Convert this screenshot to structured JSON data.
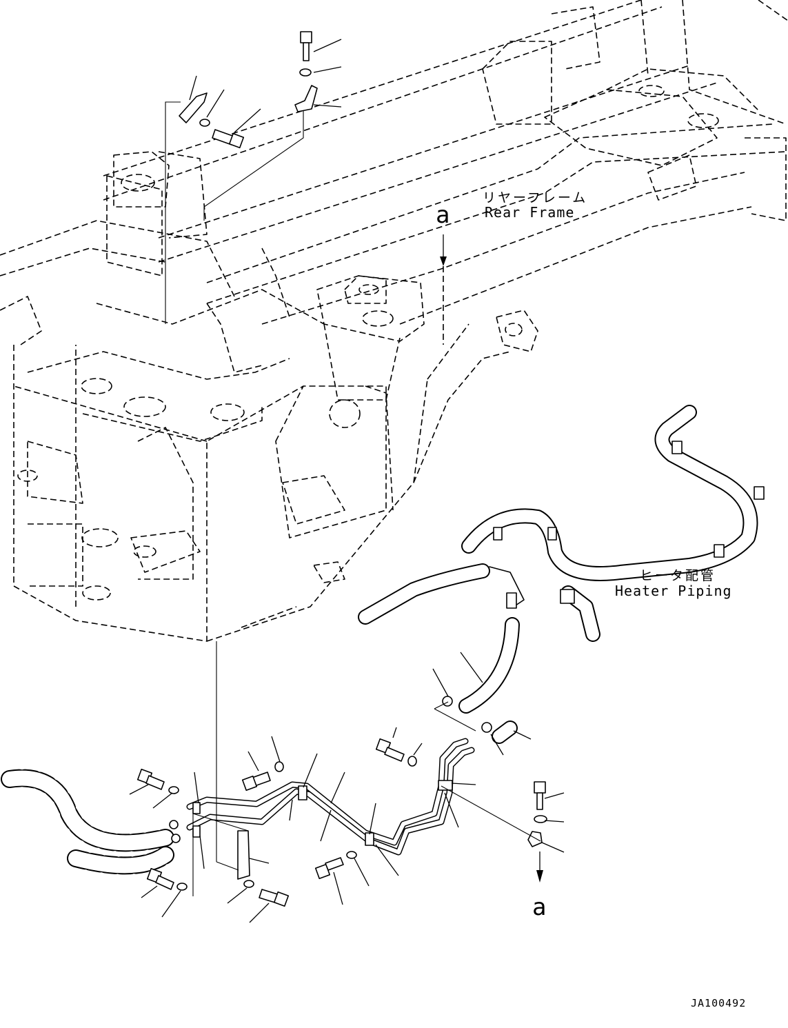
{
  "labels": {
    "rear_frame_jp": "リヤーフレーム",
    "rear_frame_en": "Rear Frame",
    "heater_piping_jp": "ヒータ配管",
    "heater_piping_en": "Heater Piping",
    "view_ref_top": "a",
    "view_ref_bottom": "a",
    "drawing_number": "JA100492"
  },
  "icons": {
    "ref_arrow": "down-arrow-icon",
    "bolt": "hex-bolt-icon",
    "washer": "washer-icon",
    "clamp": "pipe-clamp-icon"
  },
  "colors": {
    "line": "#000000",
    "background": "#ffffff"
  }
}
